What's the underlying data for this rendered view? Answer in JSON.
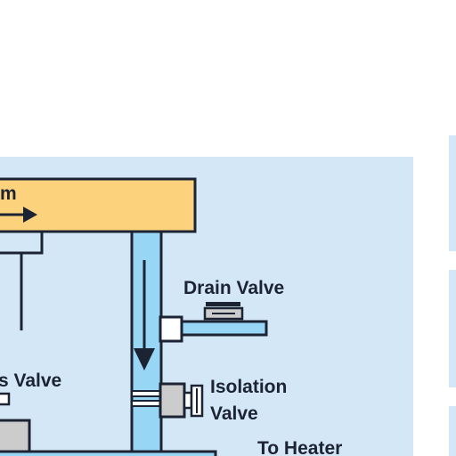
{
  "diagram": {
    "labels": {
      "header_fragment": "m",
      "drain_valve": "Drain Valve",
      "bypass_valve_fragment": "s Valve",
      "isolation_valve_line1": "Isolation",
      "isolation_valve_line2": "Valve",
      "to_heater": "To Heater"
    },
    "colors": {
      "panel_bg": "#d3e7f6",
      "header_pipe": "#fdd27c",
      "water_pipe": "#98d6f5",
      "valve_gray": "#cccccc",
      "stroke": "#1c2333",
      "text": "#1c2333"
    },
    "flow": {
      "header_direction": "right",
      "downpipe_direction": "down"
    }
  }
}
